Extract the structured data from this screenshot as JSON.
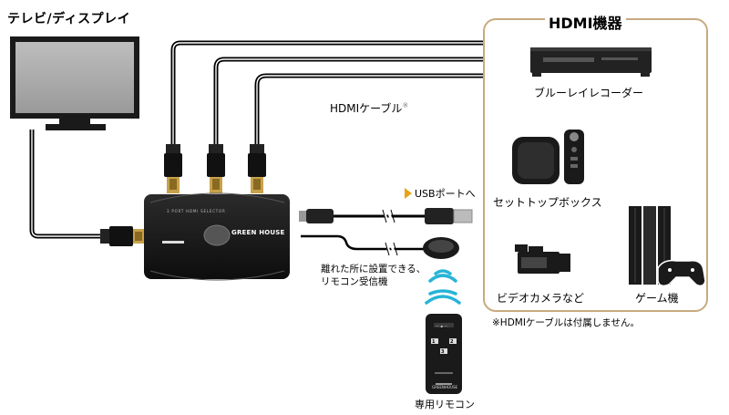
{
  "tv": {
    "label": "テレビ/ディスプレイ"
  },
  "cable_label": {
    "text": "HDMIケーブル",
    "mark": "※"
  },
  "selector": {
    "brand": "GREEN HOUSE",
    "model": "3 PORT HDMI SELECTOR"
  },
  "usb_label": "USBポートへ",
  "receiver_note": [
    "離れた所に設置できる、",
    "リモコン受信機"
  ],
  "remote": {
    "label": "専用リモコン",
    "brand": "GREENHOUSE",
    "keys": [
      "1",
      "2",
      "3"
    ]
  },
  "devices": {
    "title": "HDMI機器",
    "bluray": "ブルーレイレコーダー",
    "settop": "セットトップボックス",
    "camera": "ビデオカメラなど",
    "game": "ゲーム機"
  },
  "footnote": "※HDMIケーブルは付属しません。",
  "colors": {
    "panel_border": "#c8aa80",
    "hdmi_gold": "#c8a24a",
    "usb_arrow": "#e8a317",
    "signal_cyan": "#27b4d8"
  }
}
